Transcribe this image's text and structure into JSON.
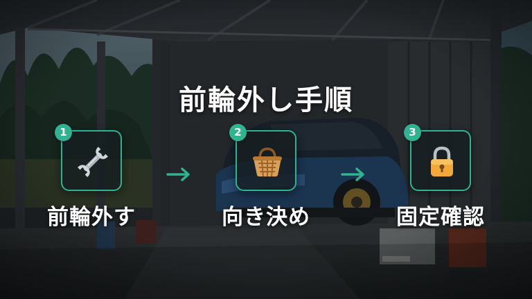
{
  "title": "前輪外し手順",
  "colors": {
    "accent": "#2fb391",
    "tile_background": "#171e21",
    "text": "#ffffff"
  },
  "steps": [
    {
      "number": "1",
      "label": "前輪外す",
      "icon": "wrench-icon"
    },
    {
      "number": "2",
      "label": "向き決め",
      "icon": "basket-icon"
    },
    {
      "number": "3",
      "label": "固定確認",
      "icon": "lock-icon"
    }
  ],
  "connectors": [
    "arrow-right-icon",
    "arrow-right-icon"
  ]
}
